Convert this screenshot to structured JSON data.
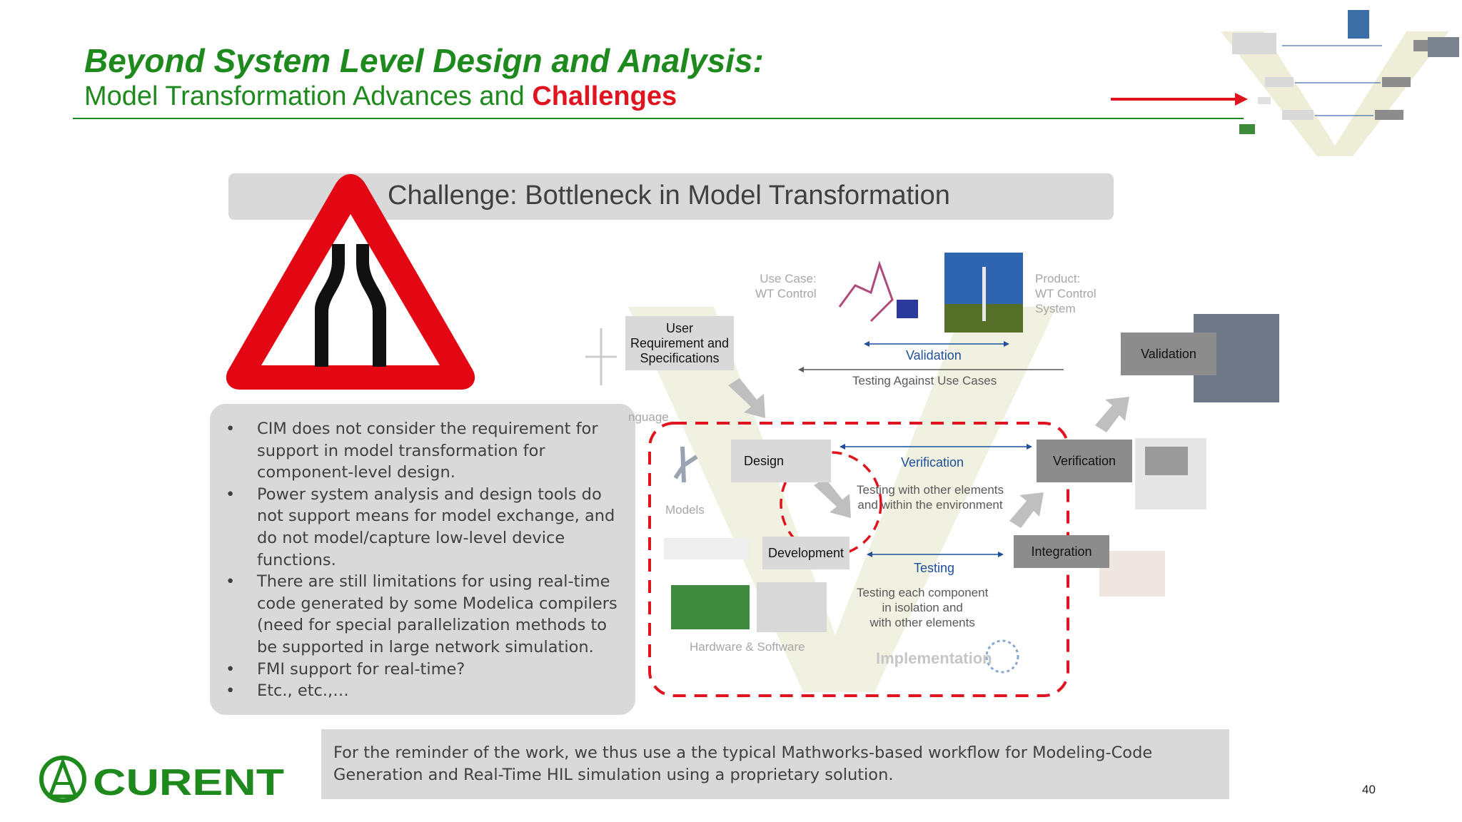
{
  "header": {
    "title": "Beyond System Level Design and Analysis:",
    "subtitle_prefix": "Model Transformation Advances and ",
    "subtitle_highlight": "Challenges"
  },
  "banner": {
    "text": "Challenge: Bottleneck in Model Transformation"
  },
  "bullets": [
    "CIM does not consider the requirement for support in model transformation for component-level design.",
    "Power system analysis and design tools do not support means for model exchange, and do not model/capture low-level device functions.",
    "There are still limitations for using real-time code generated by some Modelica compilers (need for special parallelization methods to be supported in large network simulation.",
    "FMI support for real-time?",
    "Etc., etc.,…"
  ],
  "vdiagram": {
    "use_case": "Use Case:\nWT Control",
    "product": "Product:\nWT Control\nSystem",
    "user_req": "User\nRequirement and\nSpecifications",
    "validation_stage": "Validation",
    "validation_link": "Validation",
    "testing_against": "Testing Against Use Cases",
    "language": "nguage",
    "design": "Design",
    "verification_link": "Verification",
    "verification_stage": "Verification",
    "testing_other": "Testing with other elements\nand within the environment",
    "models": "Models",
    "development": "Development",
    "testing_link": "Testing",
    "integration": "Integration",
    "testing_each": "Testing each component\nin isolation and\nwith other elements",
    "hardware": "Hardware & Software",
    "implementation": "Implementation"
  },
  "footer": {
    "text": "For the reminder of the work, we thus use a the typical Mathworks-based workflow for Modeling-Code Generation and Real-Time HIL simulation using a proprietary solution."
  },
  "logo": {
    "text": "CURENT"
  },
  "page_number": "40",
  "colors": {
    "title_green": "#1e8a1e",
    "highlight_red": "#e0141e",
    "panel_gray": "#d9d9d9",
    "link_blue": "#1f4e9a"
  }
}
